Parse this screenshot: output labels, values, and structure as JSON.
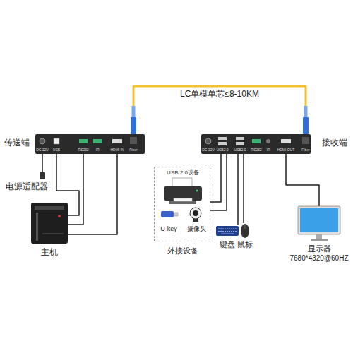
{
  "diagram": {
    "nodes": [
      {
        "text": [
          "传送端",
          "DC 12V",
          "USB",
          "RS232",
          "IR",
          "HDMI IN",
          "Fiber"
        ]
      },
      {
        "text": [
          "接收端",
          "DC 12V",
          "USB2.0",
          "USB2.0",
          "RS232",
          "IR",
          "HDMI OUT",
          "Fiber"
        ]
      },
      {
        "text": [
          "主机"
        ]
      },
      {
        "text": [
          "USB 2.0设备",
          "外接设备"
        ]
      },
      {
        "text": [
          "U-key"
        ],
        "in": 3
      },
      {
        "text": [
          "摄像头"
        ],
        "in": 3
      },
      {
        "text": [
          "键盘"
        ]
      },
      {
        "text": [
          "鼠标"
        ]
      },
      {
        "text": [
          "显示器",
          "7680*4320@60HZ"
        ]
      }
    ],
    "edges": [
      {
        "from": 0,
        "to": 1,
        "arrow": "none",
        "label": "LC单模单芯≤8-10KM"
      },
      {
        "from": 0,
        "to": 2,
        "arrow": "none"
      },
      {
        "from": 0,
        "to": 2,
        "arrow": "none"
      },
      {
        "from": 0,
        "to": 2,
        "arrow": "none"
      },
      {
        "from": 1,
        "to": 3,
        "arrow": "none"
      },
      {
        "from": 1,
        "to": 3,
        "arrow": "none"
      },
      {
        "from": 1,
        "to": 6,
        "arrow": "none"
      },
      {
        "from": 1,
        "to": 7,
        "arrow": "none"
      },
      {
        "from": 1,
        "to": 8,
        "arrow": "none"
      }
    ],
    "labels": [
      "电源适配器"
    ]
  }
}
